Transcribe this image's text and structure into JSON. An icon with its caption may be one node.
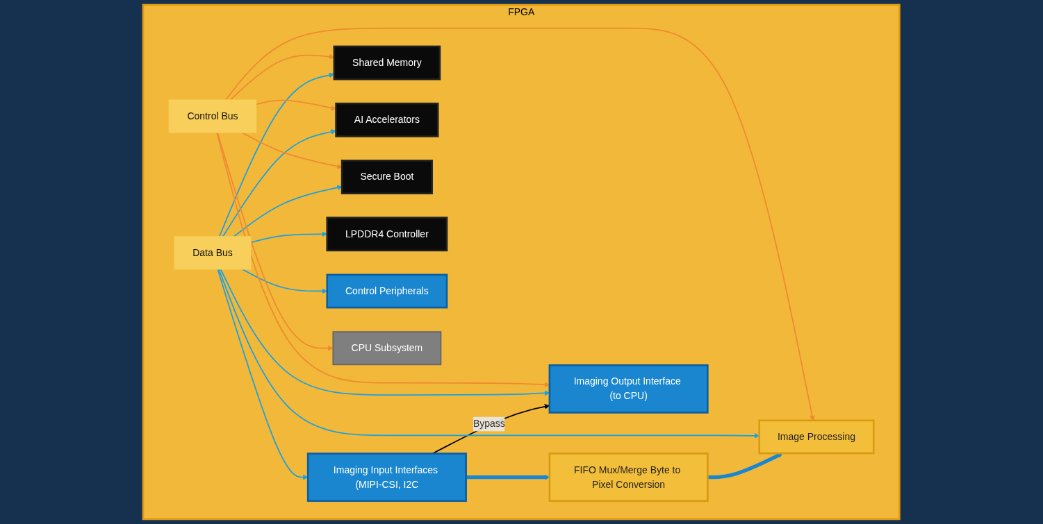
{
  "diagram": {
    "nodes": [
      {
        "text": [
          "FPGA"
        ]
      },
      {
        "text": [
          "Imaging Input Interfaces (MIPI-CSI, I2C"
        ],
        "in": 0
      },
      {
        "text": [
          "FIFO Mux/Merge Byte to Pixel Conversion"
        ],
        "in": 0
      },
      {
        "text": [
          "Image Processing"
        ],
        "in": 0
      },
      {
        "text": [
          "Shared Memory"
        ],
        "in": 0
      },
      {
        "text": [
          "AI Accelerators"
        ],
        "in": 0
      },
      {
        "text": [
          "Imaging Output Interface (to CPU)"
        ],
        "in": 0
      },
      {
        "text": [
          "Data Bus"
        ],
        "in": 0
      },
      {
        "text": [
          "Control Bus"
        ],
        "in": 0
      },
      {
        "text": [
          "CPU Subsystem"
        ],
        "in": 0
      },
      {
        "text": [
          "Secure Boot"
        ],
        "in": 0
      },
      {
        "text": [
          "LPDDR4 Controller"
        ],
        "in": 0
      },
      {
        "text": [
          "Control Peripherals"
        ],
        "in": 0
      }
    ],
    "edges": [
      {
        "from": 1,
        "to": 2,
        "arrow": "to",
        "style": "thick",
        "color": "#1a86d0"
      },
      {
        "from": 2,
        "to": 3,
        "arrow": "to",
        "style": "thick",
        "color": "#1a86d0"
      },
      {
        "from": 1,
        "to": 6,
        "arrow": "to",
        "label": "Bypass",
        "color": "#000000"
      },
      {
        "from": 7,
        "to": 1,
        "arrow": "to",
        "color": "#1ba0e0"
      },
      {
        "from": 7,
        "to": 3,
        "arrow": "to",
        "color": "#1ba0e0"
      },
      {
        "from": 7,
        "to": 4,
        "arrow": "to",
        "color": "#1ba0e0"
      },
      {
        "from": 7,
        "to": 5,
        "arrow": "to",
        "color": "#1ba0e0"
      },
      {
        "from": 7,
        "to": 6,
        "arrow": "to",
        "color": "#1ba0e0"
      },
      {
        "from": 7,
        "to": 10,
        "arrow": "to",
        "color": "#1ba0e0"
      },
      {
        "from": 7,
        "to": 11,
        "arrow": "to",
        "color": "#1ba0e0"
      },
      {
        "from": 7,
        "to": 12,
        "arrow": "to",
        "color": "#1ba0e0"
      },
      {
        "from": 8,
        "to": 3,
        "arrow": "to",
        "color": "#f08a30"
      },
      {
        "from": 8,
        "to": 4,
        "arrow": "to",
        "color": "#f08a30"
      },
      {
        "from": 8,
        "to": 5,
        "arrow": "to",
        "color": "#f08a30"
      },
      {
        "from": 8,
        "to": 6,
        "arrow": "to",
        "color": "#f08a30"
      },
      {
        "from": 8,
        "to": 9,
        "arrow": "to",
        "color": "#f08a30"
      },
      {
        "from": 8,
        "to": 10,
        "arrow": "to",
        "color": "#f08a30"
      }
    ]
  }
}
